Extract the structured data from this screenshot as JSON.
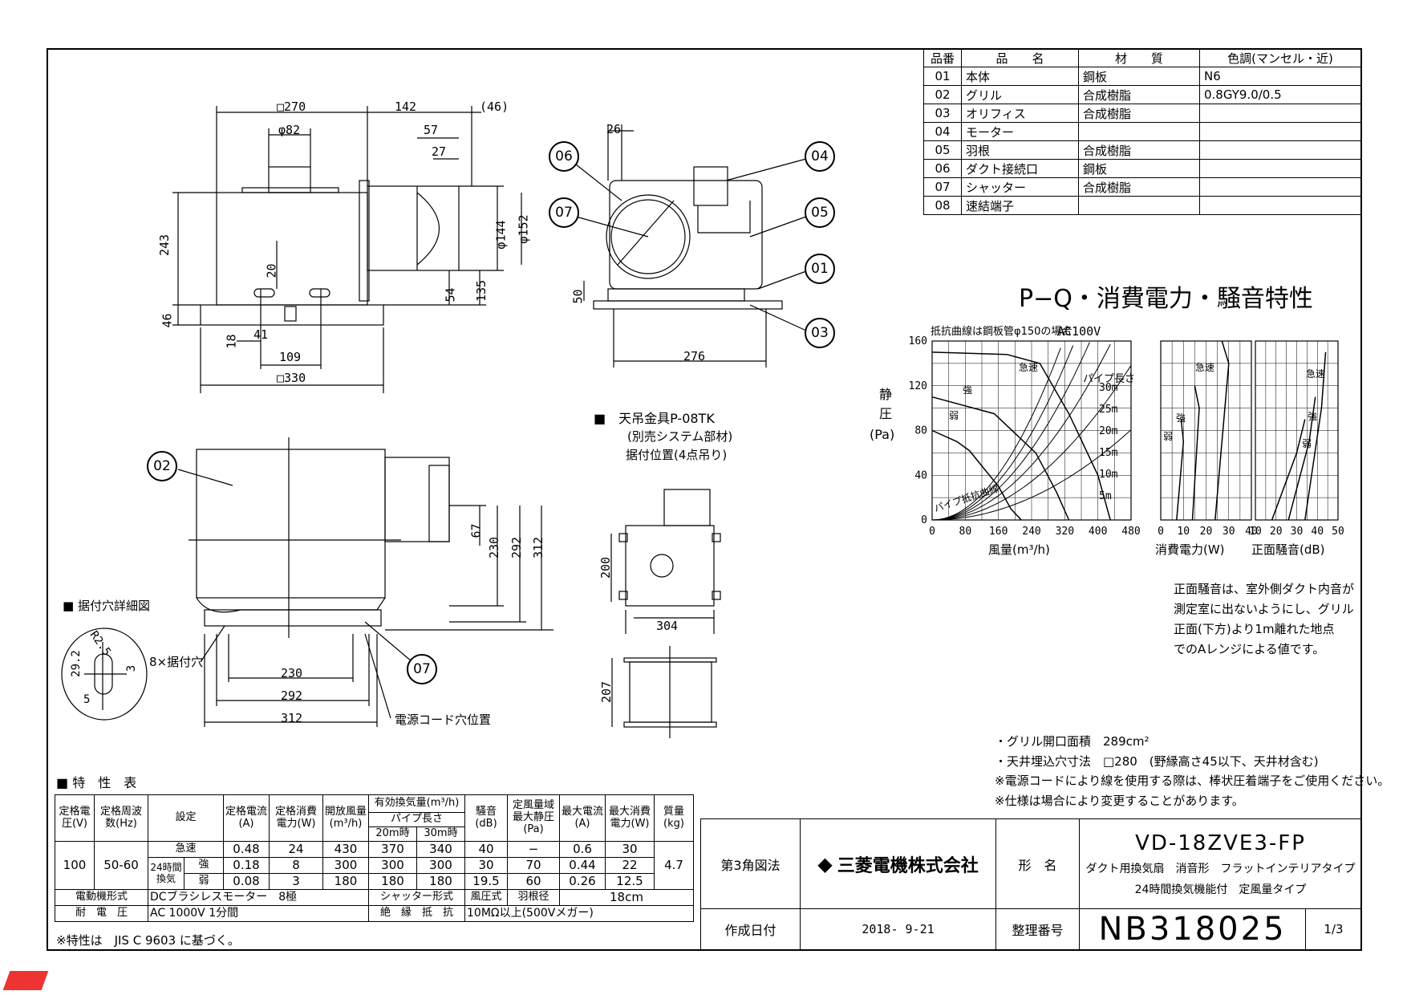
{
  "parts_table": {
    "headers": [
      "品番",
      "品　　名",
      "材　　質",
      "色調(マンセル・近)"
    ],
    "rows": [
      [
        "01",
        "本体",
        "鋼板",
        "N6"
      ],
      [
        "02",
        "グリル",
        "合成樹脂",
        "0.8GY9.0/0.5"
      ],
      [
        "03",
        "オリフィス",
        "合成樹脂",
        ""
      ],
      [
        "04",
        "モーター",
        "",
        ""
      ],
      [
        "05",
        "羽根",
        "合成樹脂",
        ""
      ],
      [
        "06",
        "ダクト接続口",
        "鋼板",
        ""
      ],
      [
        "07",
        "シャッター",
        "合成樹脂",
        ""
      ],
      [
        "08",
        "速結端子",
        "",
        ""
      ]
    ]
  },
  "drawing": {
    "dims_top": [
      "□270",
      "142",
      "(46)",
      "φ82",
      "57",
      "27",
      "243",
      "20",
      "46",
      "18",
      "41",
      "109",
      "□330",
      "54",
      "135",
      "φ144",
      "φ152"
    ],
    "dims_side": [
      "26",
      "50",
      "276"
    ],
    "dims_bottom": [
      "67",
      "230",
      "292",
      "312",
      "230",
      "292",
      "312"
    ],
    "callouts": [
      "01",
      "02",
      "03",
      "04",
      "05",
      "06",
      "07",
      "07"
    ],
    "mount_detail_title": "■ 据付穴詳細図",
    "mount_detail_labels": [
      "R2.5",
      "29.2",
      "3",
      "5"
    ],
    "mount_hole_label": "8×据付穴",
    "cord_hole_label": "電源コード穴位置",
    "hanger_title": "■　天吊金具P-08TK",
    "hanger_sub1": "(別売システム部材)",
    "hanger_sub2": "据付位置(4点吊り)",
    "hanger_dims": [
      "200",
      "304",
      "207"
    ]
  },
  "chart_data": {
    "type": "line",
    "title": "P−Q・消費電力・騒音特性",
    "note_curve": "抵抗曲線は鋼板管φ150の場合",
    "voltage": "AC100V",
    "y_title": [
      "静",
      "圧",
      "(Pa)"
    ],
    "x_label_pq": "風量(m³/h)",
    "x_label_power": "消費電力(W)",
    "x_label_noise": "正面騒音(dB)",
    "x_ticks_pq": [
      "0",
      "80",
      "160",
      "240",
      "320",
      "400",
      "480"
    ],
    "y_ticks": [
      "0",
      "40",
      "80",
      "120",
      "160"
    ],
    "x_ticks_power": [
      "0",
      "10",
      "20",
      "30",
      "40"
    ],
    "x_ticks_noise": [
      "10",
      "20",
      "30",
      "40",
      "50"
    ],
    "series_labels": [
      "急速",
      "強",
      "弱"
    ],
    "pipe_label": "パイプ長さ",
    "pipe_lengths": [
      "30m",
      "25m",
      "20m",
      "15m",
      "10m",
      "5m"
    ],
    "resistance_label": "パイプ抵抗曲線",
    "xlim_pq": [
      0,
      480
    ],
    "ylim": [
      0,
      160
    ],
    "series": [
      {
        "name": "急速",
        "x": [
          0,
          180,
          260,
          330,
          400,
          430
        ],
        "y": [
          150,
          148,
          140,
          95,
          40,
          0
        ]
      },
      {
        "name": "強",
        "x": [
          0,
          100,
          150,
          250,
          300,
          330
        ],
        "y": [
          110,
          100,
          95,
          60,
          25,
          0
        ]
      },
      {
        "name": "弱",
        "x": [
          0,
          60,
          90,
          160,
          190,
          215
        ],
        "y": [
          80,
          70,
          62,
          30,
          10,
          0
        ]
      }
    ],
    "pipe_curves": [
      {
        "name": "30m",
        "k": 0.0016
      },
      {
        "name": "25m",
        "k": 0.00135
      },
      {
        "name": "20m",
        "k": 0.0011
      },
      {
        "name": "15m",
        "k": 0.00085
      },
      {
        "name": "10m",
        "k": 0.0006
      },
      {
        "name": "5m",
        "k": 0.00035
      }
    ]
  },
  "noise_note": [
    "正面騒音は、室外側ダクト内音が",
    "測定室に出ないようにし、グリル",
    "正面(下方)より1m離れた地点",
    "でのAレンジによる値です。"
  ],
  "notes": [
    "・グリル開口面積　289cm²",
    "・天井埋込穴寸法　□280　(野縁高さ45以下、天井材含む)",
    "※電源コードにより線を使用する際は、棒状圧着端子をご使用ください。",
    "※仕様は場合により変更することがあります。"
  ],
  "spec": {
    "title": "■ 特　性　表",
    "h_voltage": "定格電圧(V)",
    "h_freq": "定格周波数(Hz)",
    "h_setting": "設定",
    "h_current": "定格電流(A)",
    "h_power": "定格消費電力(W)",
    "h_flow": "開放風量(m³/h)",
    "h_eff": "有効換気量(m³/h)",
    "h_pipe": "パイプ長さ",
    "h_20": "20m時",
    "h_30": "30m時",
    "h_noise": "騒音(dB)",
    "h_static": "定風量域最大静圧(Pa)",
    "h_maxcur": "最大電流(A)",
    "h_maxpow": "最大消費電力(W)",
    "h_mass": "質量(kg)",
    "voltage": "100",
    "freq": "50-60",
    "mass": "4.7",
    "group24": "24時間換気",
    "rows": [
      {
        "setting": "急速",
        "current": "0.48",
        "power": "24",
        "flow": "430",
        "m20": "370",
        "m30": "340",
        "noise": "40",
        "static": "−",
        "maxcur": "0.6",
        "maxpow": "30"
      },
      {
        "setting": "強",
        "current": "0.18",
        "power": "8",
        "flow": "300",
        "m20": "300",
        "m30": "300",
        "noise": "30",
        "static": "70",
        "maxcur": "0.44",
        "maxpow": "22"
      },
      {
        "setting": "弱",
        "current": "0.08",
        "power": "3",
        "flow": "180",
        "m20": "180",
        "m30": "180",
        "noise": "19.5",
        "static": "60",
        "maxcur": "0.26",
        "maxpow": "12.5"
      }
    ],
    "motor_label": "電動機形式",
    "motor_value": "DCブラシレスモーター　8極",
    "shutter_label": "シャッター形式",
    "shutter_value": "風圧式",
    "blade_label": "羽根径",
    "blade_value": "18cm",
    "withstand_label": "耐　電　圧",
    "withstand_value": "AC 1000V 1分間",
    "insul_label": "絶　縁　抵　抗",
    "insul_value": "10MΩ以上(500Vメガー)",
    "footnote": "※特性は　JIS C 9603 に基づく。"
  },
  "title_block": {
    "projection": "第3角図法",
    "company": "三菱電機株式会社",
    "name_label": "形　名",
    "model": "VD-18ZVE3-FP",
    "desc1": "ダクト用換気扇　消音形　フラットインテリアタイプ",
    "desc2": "24時間換気機能付　定風量タイプ",
    "date_label": "作成日付",
    "date": "2018- 9-21",
    "number_label": "整理番号",
    "number": "NB318025",
    "page": "1/3"
  }
}
